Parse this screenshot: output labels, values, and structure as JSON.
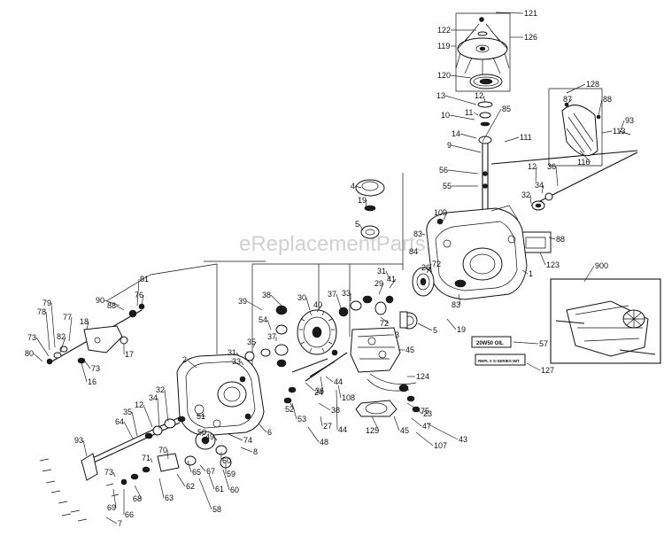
{
  "watermark": "eReplacementParts.com",
  "sticker": {
    "line1": "20W50 OIL",
    "line2": "REPL 0 S-SERIES IMT"
  },
  "labels": [
    "121",
    "122",
    "126",
    "119",
    "120",
    "12",
    "13",
    "11",
    "10",
    "14",
    "9",
    "111",
    "85",
    "87",
    "88",
    "128",
    "93",
    "113",
    "116",
    "56",
    "55",
    "12",
    "34",
    "36",
    "32",
    "109",
    "4",
    "19",
    "5",
    "88",
    "123",
    "900",
    "83",
    "84",
    "26",
    "72",
    "31",
    "1",
    "83",
    "19",
    "5",
    "38",
    "30",
    "37",
    "33",
    "29",
    "41",
    "72",
    "40",
    "39",
    "54",
    "37",
    "35",
    "31",
    "33",
    "81",
    "90",
    "88",
    "76",
    "79",
    "78",
    "73",
    "82",
    "77",
    "18",
    "80",
    "73",
    "16",
    "17",
    "2",
    "12",
    "34",
    "32",
    "35",
    "64",
    "51",
    "50",
    "49",
    "52",
    "53",
    "36",
    "38",
    "27",
    "44",
    "24",
    "48",
    "108",
    "44",
    "3",
    "45",
    "124",
    "125",
    "45",
    "75",
    "23",
    "47",
    "107",
    "43",
    "57",
    "127",
    "6",
    "74",
    "8",
    "60",
    "59",
    "60",
    "93",
    "71",
    "70",
    "65",
    "67",
    "61",
    "73",
    "68",
    "66",
    "69",
    "63",
    "62",
    "58",
    "7"
  ]
}
